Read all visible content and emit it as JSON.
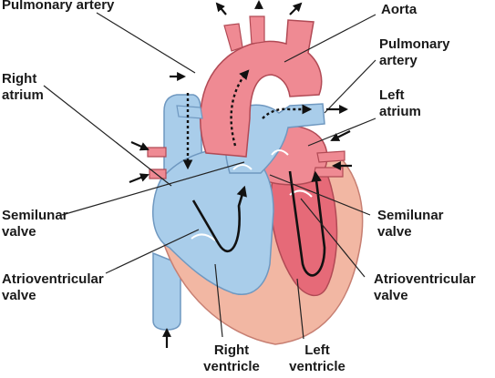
{
  "labels": {
    "pulmonary_artery_top": "Pulmonary artery",
    "aorta": "Aorta",
    "pulmonary_artery_right": [
      "Pulmonary",
      "artery"
    ],
    "right_atrium": [
      "Right",
      "atrium"
    ],
    "left_atrium": [
      "Left",
      "atrium"
    ],
    "semilunar_valve_left": [
      "Semilunar",
      "valve"
    ],
    "semilunar_valve_right": [
      "Semilunar",
      "valve"
    ],
    "atrioventricular_valve_left": [
      "Atrioventricular",
      "valve"
    ],
    "atrioventricular_valve_right": [
      "Atrioventricular",
      "valve"
    ],
    "right_ventricle": [
      "Right",
      "ventricle"
    ],
    "left_ventricle": [
      "Left",
      "ventricle"
    ]
  },
  "colors": {
    "deoxygenated_blood": "#a9cdea",
    "oxygenated_blood": "#ef8a93",
    "heart_muscle": "#f2b7a3",
    "arrow": "#111111"
  }
}
